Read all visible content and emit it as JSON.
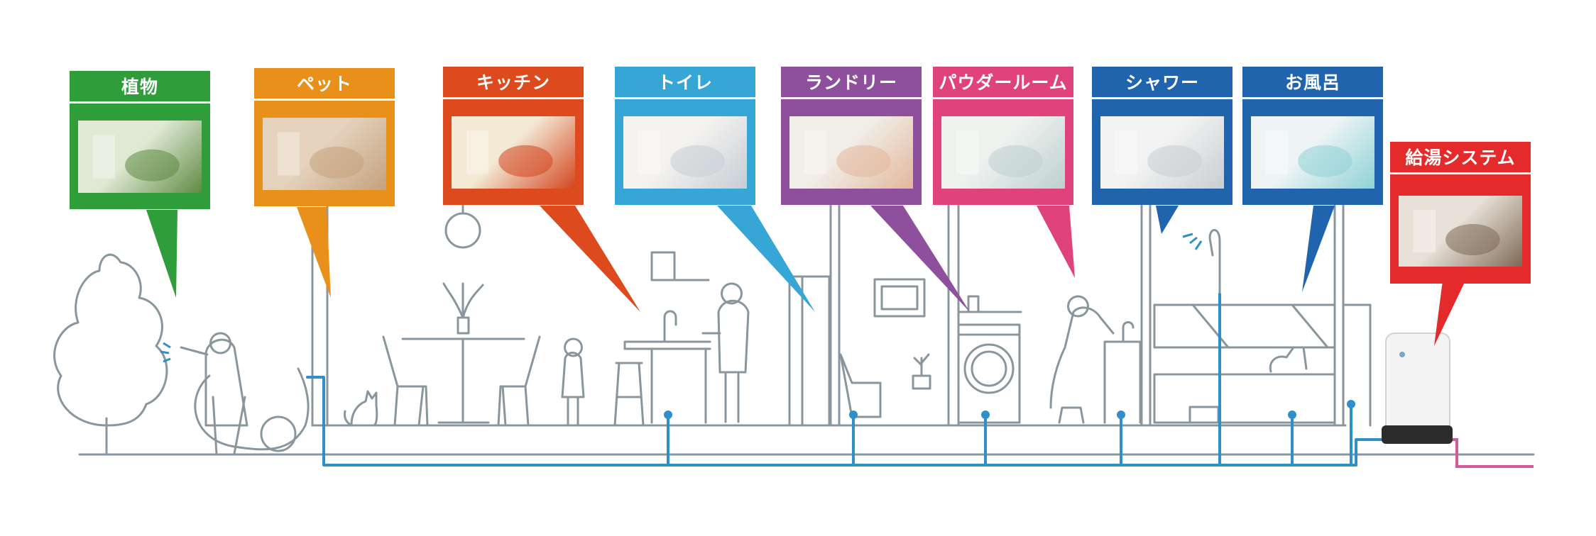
{
  "colors": {
    "line": "#8a969e",
    "pipe": "#2f8fc8",
    "hot": "#d65a9a",
    "bg": "#ffffff"
  },
  "rooms": [
    {
      "id": "plants",
      "label": "植物",
      "color": "#2e9d3a",
      "icon": "plant-photo"
    },
    {
      "id": "pet",
      "label": "ペット",
      "color": "#e8901a",
      "icon": "dog-photo"
    },
    {
      "id": "kitchen",
      "label": "キッチン",
      "color": "#dc4a1e",
      "icon": "vegetables-photo"
    },
    {
      "id": "toilet",
      "label": "トイレ",
      "color": "#35a6d6",
      "icon": "toilet-photo"
    },
    {
      "id": "laundry",
      "label": "ランドリー",
      "color": "#8e4f9d",
      "icon": "towels-photo"
    },
    {
      "id": "powder",
      "label": "パウダールーム",
      "color": "#e0427b",
      "icon": "face-wash-photo"
    },
    {
      "id": "shower",
      "label": "シャワー",
      "color": "#1f64ad",
      "icon": "shower-photo"
    },
    {
      "id": "bath",
      "label": "お風呂",
      "color": "#1f64ad",
      "icon": "bathtub-photo"
    },
    {
      "id": "system",
      "label": "給湯システム",
      "color": "#e42a2a",
      "icon": "water-heater-photo"
    }
  ]
}
